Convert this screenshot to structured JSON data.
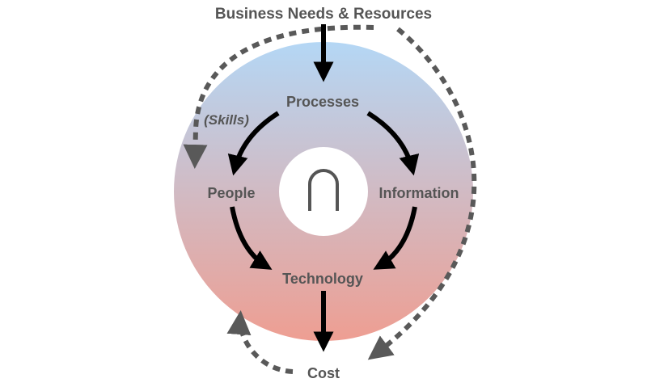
{
  "diagram": {
    "top_input": "Business Needs & Resources",
    "nodes": {
      "processes": "Processes",
      "people": "People",
      "information": "Information",
      "technology": "Technology"
    },
    "annotation": "(Skills)",
    "bottom_output": "Cost",
    "center_symbol": "intersection-symbol"
  },
  "colors": {
    "ring_top": "#b4d7f5",
    "ring_bottom": "#ee9e92",
    "center_fill": "#ffffff",
    "solid_arrow": "#000000",
    "dashed_arrow": "#595959",
    "label_text": "#555555"
  }
}
